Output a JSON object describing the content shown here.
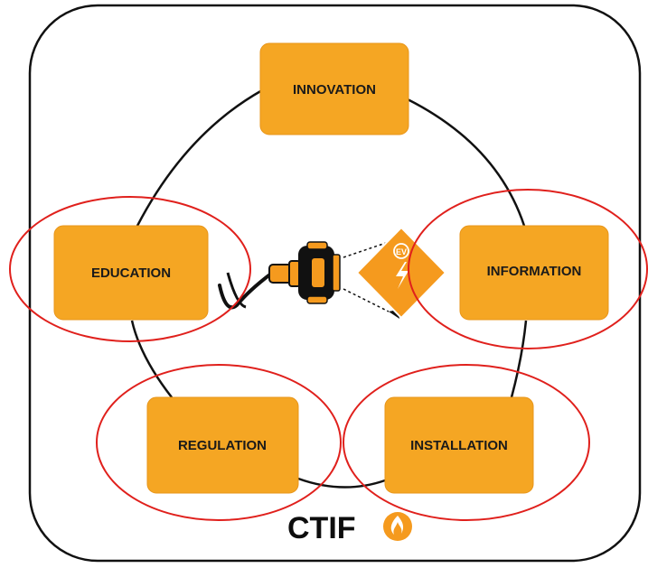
{
  "boxes": {
    "innovation": "INNOVATION",
    "education": "EDUCATION",
    "information": "INFORMATION",
    "regulation": "REGULATION",
    "installation": "INSTALLATION"
  },
  "logo": {
    "text": "CTIF",
    "icon": "flame-circle-icon"
  },
  "center_illustration": {
    "icon": "ev-charging-plug-icon",
    "sign_icon": "high-voltage-warning-icon",
    "sign_text": "EV"
  },
  "colors": {
    "box_fill": "#F5A623",
    "box_stroke": "#E8951A",
    "highlight_ellipse": "#E0201C",
    "ring": "#111111",
    "frame": "#111111"
  }
}
